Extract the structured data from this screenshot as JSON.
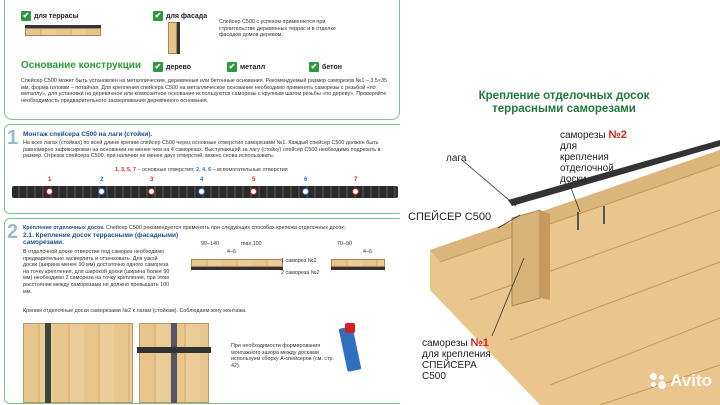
{
  "panel1": {
    "terrace_label": "для террасы",
    "facade_label": "для фасада",
    "spacer_note": "Спейсер С500 с успехом применяется при строительстве деревянных террас и в отделке фасадов домов деревом.",
    "base_title": "Основание конструкции",
    "base_wood": "дерево",
    "base_metal": "металл",
    "base_concrete": "бетон",
    "body_text": "Спейсер С500 может быть установлен на металлические, деревянные или бетонные основания. Рекомендуемый размер саморезов №1 – 3,5×35 мм, форма головки – потайная. Для крепления спейсера С500 на металлическое основание необходимо применять саморезы с резьбой «по металлу», для установки на деревянное или композитное основание используются саморезы с крупным шагом резьбы «по дереву». Проверяйте необходимость предварительного засверливания деревянного основания."
  },
  "panel2": {
    "number": "1",
    "title": "Монтаж спейсера С500 на лаги (стойки).",
    "body": "На всех лагах (стойках) по всей длине крепим спейсер С500 через основные отверстия саморезами №1. Каждый спейсер С500 должен быть равномерно зафиксирован на основании не менее чем на 4 саморезах. Выступающий за лагу (стойку) спейсер С500 необходимо подрезать в размер. Отрезок спейсера С500, при наличии не менее двух отверстий, можно снова использовать.",
    "legend_main": "1, 3, 5, 7",
    "legend_main_text": "– основные отверстия;",
    "legend_aux": "2, 4, 6",
    "legend_aux_text": "– вспомогательные отверстия",
    "holes": [
      "1",
      "2",
      "3",
      "4",
      "5",
      "6",
      "7"
    ]
  },
  "panel3": {
    "number": "2",
    "title": "Крепление отделочных досок.",
    "intro": "Спейсер С500 рекомендуется применять при следующих способах крепежа отделочных досок:",
    "sub_title": "2.1. Крепление досок террасными (фасадными) саморезами.",
    "body": "В отделочной доске отверстие под саморез необходимо предварительно засверлить и отзенковать. Для узкой доски (ширина менее 90 мм) достаточно одного самореза на точку крепления, для широкой доски (ширина более 90 мм) необходимо 2 самореза на точку крепления, при этом расстояние между саморезами не должно превышать 100 мм.",
    "dim1": "90–140",
    "dim2": "max 100",
    "dim3": "70–90",
    "dim4": "4–6",
    "dim5": "4–6",
    "screws_two": "2 самореза №2",
    "screws_one": "1 саморез №2",
    "fix_note": "Крепим отделочные доски саморезами №2 к лагам (стойкам). Соблюдаем зону монтажа.",
    "gap_note": "При необходимости формирования монтажного зазора между досками используем сборку А-спейсеров (см. стр. 42)."
  },
  "right": {
    "title": "Крепление отделочных досок террасными саморезами",
    "screws2_label": "саморезы",
    "screws2_num": "№2",
    "screws2_desc": "для крепления отделочной доски",
    "lag_label": "лага",
    "spacer_label": "СПЕЙСЕР С500",
    "screws1_label": "саморезы",
    "screws1_num": "№1",
    "screws1_desc": "для крепления СПЕЙСЕРА С500",
    "watermark": "Avito"
  },
  "colors": {
    "green": "#2b9a3a",
    "red": "#d61f1f",
    "blue": "#2f6fbf",
    "wood": "#e7c58c"
  }
}
